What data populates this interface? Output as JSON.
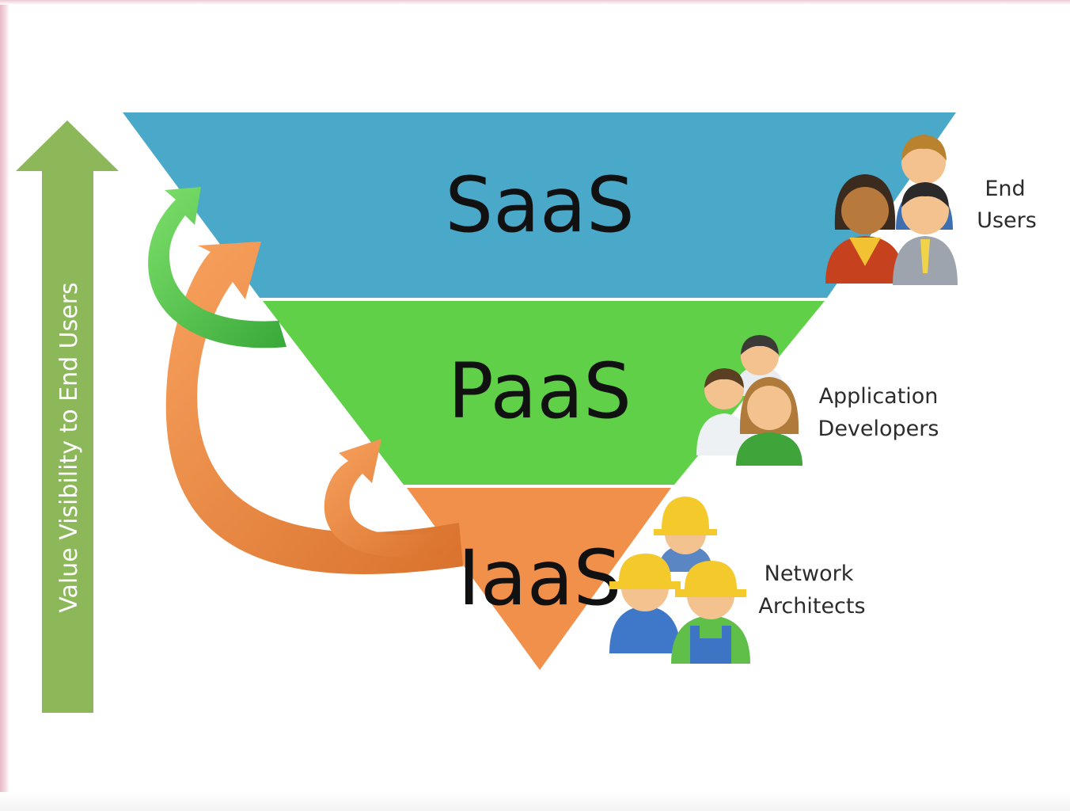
{
  "layers": [
    {
      "label": "SaaS",
      "color": "#4aa8c9"
    },
    {
      "label": "PaaS",
      "color": "#5fd048"
    },
    {
      "label": "IaaS",
      "color": "#f0904a"
    }
  ],
  "roles": [
    {
      "lines": [
        "End",
        "Users"
      ],
      "icon": "end-users-icon"
    },
    {
      "lines": [
        "Application",
        "Developers"
      ],
      "icon": "developers-icon"
    },
    {
      "lines": [
        "Network",
        "Architects"
      ],
      "icon": "network-architects-icon"
    }
  ],
  "axis": {
    "label": "Value Visibility to End Users",
    "color": "#8db85a"
  },
  "arrows": {
    "green": "#4cc04a",
    "orange": "#e8833a"
  }
}
